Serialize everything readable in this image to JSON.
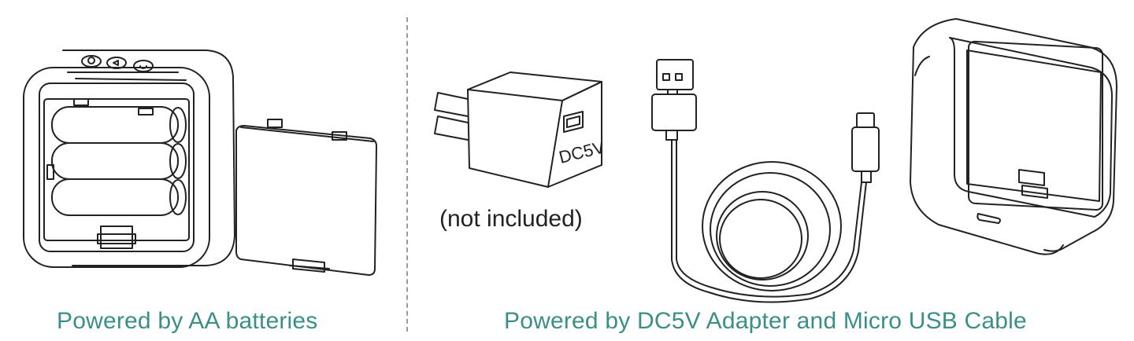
{
  "left_panel": {
    "caption": "Powered by AA batteries"
  },
  "right_panel": {
    "adapter_label": "DC5V",
    "adapter_note": "(not included)",
    "caption": "Powered by DC5V Adapter and Micro USB Cable"
  },
  "colors": {
    "caption": "#3a8f86",
    "line_art": "#222222",
    "divider": "#9a9a9a"
  }
}
